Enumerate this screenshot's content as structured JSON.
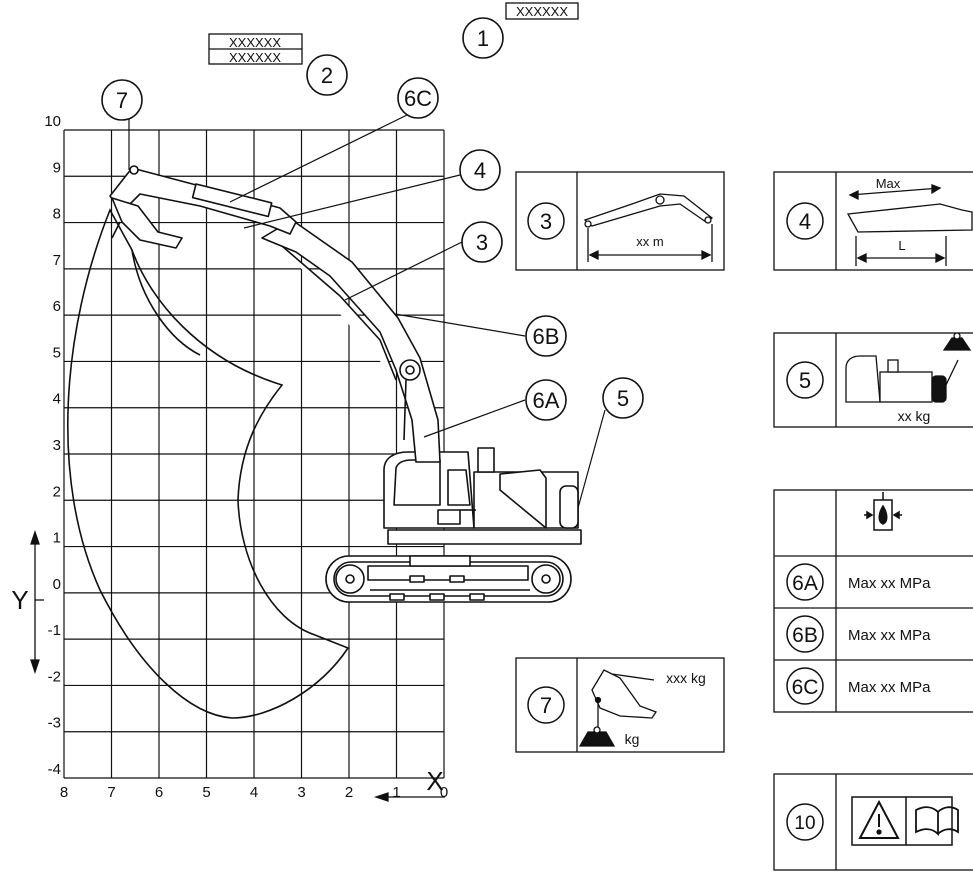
{
  "labels": {
    "plate1": "XXXXXX",
    "plate2_line1": "XXXXXX",
    "plate2_line2": "XXXXXX",
    "axis_x": "X",
    "axis_y": "Y"
  },
  "callouts": {
    "c1": "1",
    "c2": "2",
    "c3": "3",
    "c4": "4",
    "c5": "5",
    "c6a": "6A",
    "c6b": "6B",
    "c6c": "6C",
    "c7": "7"
  },
  "grid": {
    "x_ticks": [
      "8",
      "7",
      "6",
      "5",
      "4",
      "3",
      "2",
      "1",
      "0"
    ],
    "y_ticks": [
      "10",
      "9",
      "8",
      "7",
      "6",
      "5",
      "4",
      "3",
      "2",
      "1",
      "0",
      "-1",
      "-2",
      "-3",
      "-4"
    ]
  },
  "panels": {
    "p3": {
      "num": "3",
      "dim": "xx m"
    },
    "p4": {
      "num": "4",
      "top": "Max",
      "bottom": "L"
    },
    "p5": {
      "num": "5",
      "weight": "xx kg"
    },
    "p6": {
      "rows": [
        {
          "id": "6A",
          "text": "Max xx MPa"
        },
        {
          "id": "6B",
          "text": "Max xx MPa"
        },
        {
          "id": "6C",
          "text": "Max xx MPa"
        }
      ]
    },
    "p7": {
      "num": "7",
      "heavy": "xxx kg",
      "light": "kg"
    },
    "p10": {
      "num": "10"
    }
  }
}
